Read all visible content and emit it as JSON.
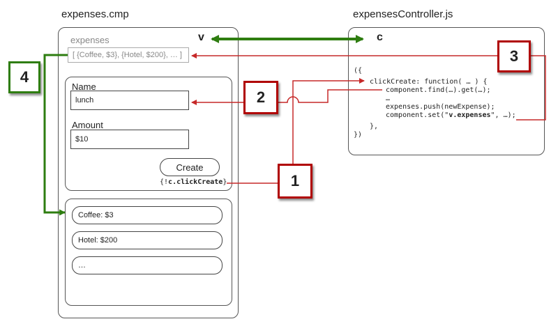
{
  "component": {
    "file_title": "expenses.cmp",
    "attribute_label": "expenses",
    "attribute_value": "[ {Coffee, $3}, {Hotel, $200}, … ]",
    "view_marker": "v",
    "form": {
      "name_label": "Name",
      "name_value": "lunch",
      "amount_label": "Amount",
      "amount_value": "$10",
      "create_label": "Create",
      "handler_prefix": "{!",
      "handler_expr": "c.clickCreate",
      "handler_suffix": "}"
    },
    "list_items": [
      "Coffee: $3",
      "Hotel: $200",
      "…"
    ]
  },
  "controller": {
    "file_title": "expensesController.js",
    "controller_marker": "c",
    "code": {
      "open": "({",
      "fn_decl": "clickCreate: function( … ) {",
      "find_call": "component.find(…).get(…);",
      "ellipsis": "…",
      "push_call": "expenses.push(newExpense);",
      "set_prefix": "component.set(\"",
      "set_arg": "v.expenses",
      "set_suffix": "\", …);",
      "fn_close": "},",
      "close": "})"
    }
  },
  "steps": {
    "one": "1",
    "two": "2",
    "three": "3",
    "four": "4"
  },
  "colors": {
    "red": "#c62828",
    "green": "#2e7d10",
    "box_red": "#b00000"
  }
}
